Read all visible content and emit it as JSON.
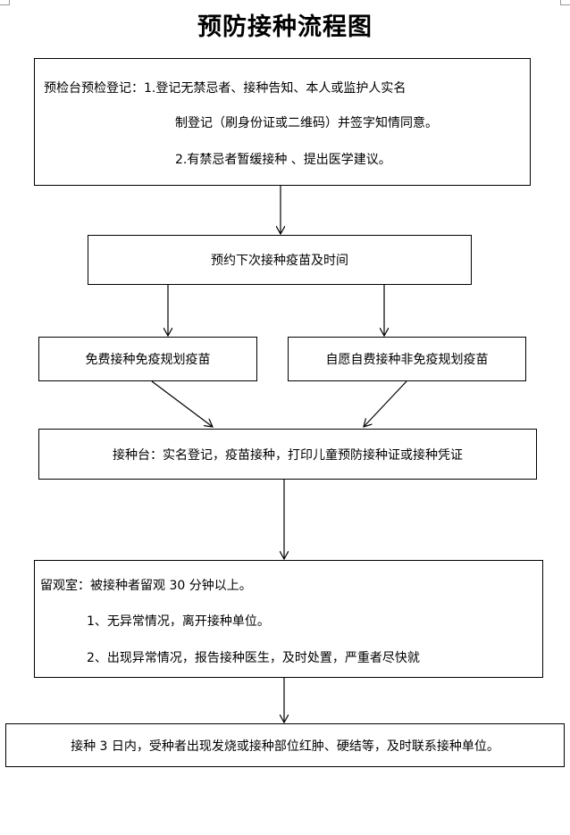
{
  "title": "预防接种流程图",
  "steps": {
    "registration": {
      "line1": "预检台预检登记：1.登记无禁忌者、接种告知、本人或监护人实名",
      "line2": "制登记（刷身份证或二维码）并签字知情同意。",
      "line3": "2.有禁忌者暂缓接种 、提出医学建议。"
    },
    "appointment": "预约下次接种疫苗及时间",
    "free_vaccine": "免费接种免疫规划疫苗",
    "paid_vaccine": "自愿自费接种非免疫规划疫苗",
    "vaccination": "接种台：实名登记，疫苗接种，打印儿童预防接种证或接种凭证",
    "observation": {
      "line1": "留观室：被接种者留观 30 分钟以上。",
      "line2": "1、无异常情况，离开接种单位。",
      "line3": "2、出现异常情况，报告接种医生，及时处置，严重者尽快就"
    },
    "followup": "接种 3 日内，受种者出现发烧或接种部位红肿、硬结等，及时联系接种单位。"
  }
}
